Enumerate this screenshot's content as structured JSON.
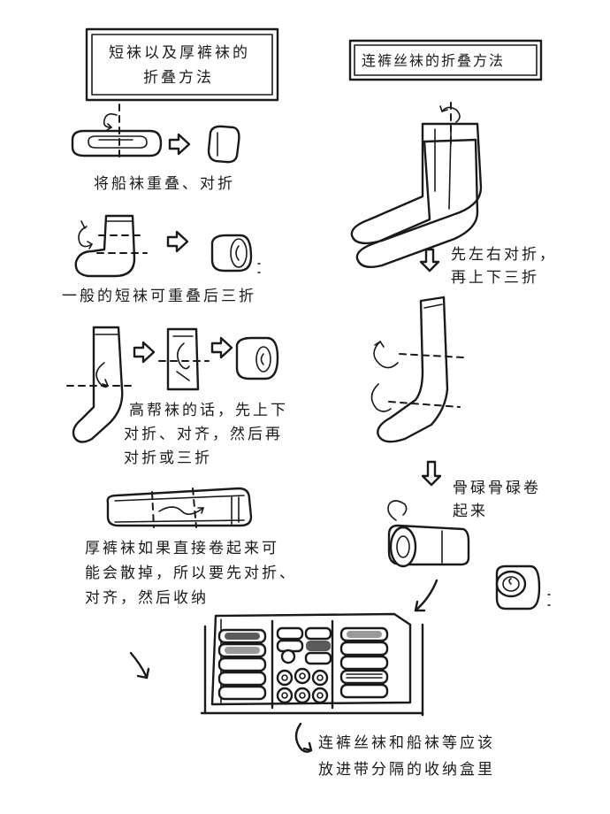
{
  "left": {
    "title_line1": "短袜以及厚裤袜的",
    "title_line2": "折叠方法",
    "step1": "将船袜重叠、对折",
    "step2": "一般的短袜可重叠后三折",
    "step3_line1": "高帮袜的话，先上下",
    "step3_line2": "对折、对齐，然后再",
    "step3_line3": "对折或三折",
    "step4_line1": "厚裤袜如果直接卷起来可",
    "step4_line2": "能会散掉，所以要先对折、",
    "step4_line3": "对齐，然后收纳"
  },
  "right": {
    "title": "连裤丝袜的折叠方法",
    "step1_line1": "先左右对折，",
    "step1_line2": "再上下三折",
    "step2_line1": "骨碌骨碌卷",
    "step2_line2": "起来"
  },
  "bottom": {
    "caption_line1": "连裤丝袜和船袜等应该",
    "caption_line2": "放进带分隔的收纳盒里"
  }
}
